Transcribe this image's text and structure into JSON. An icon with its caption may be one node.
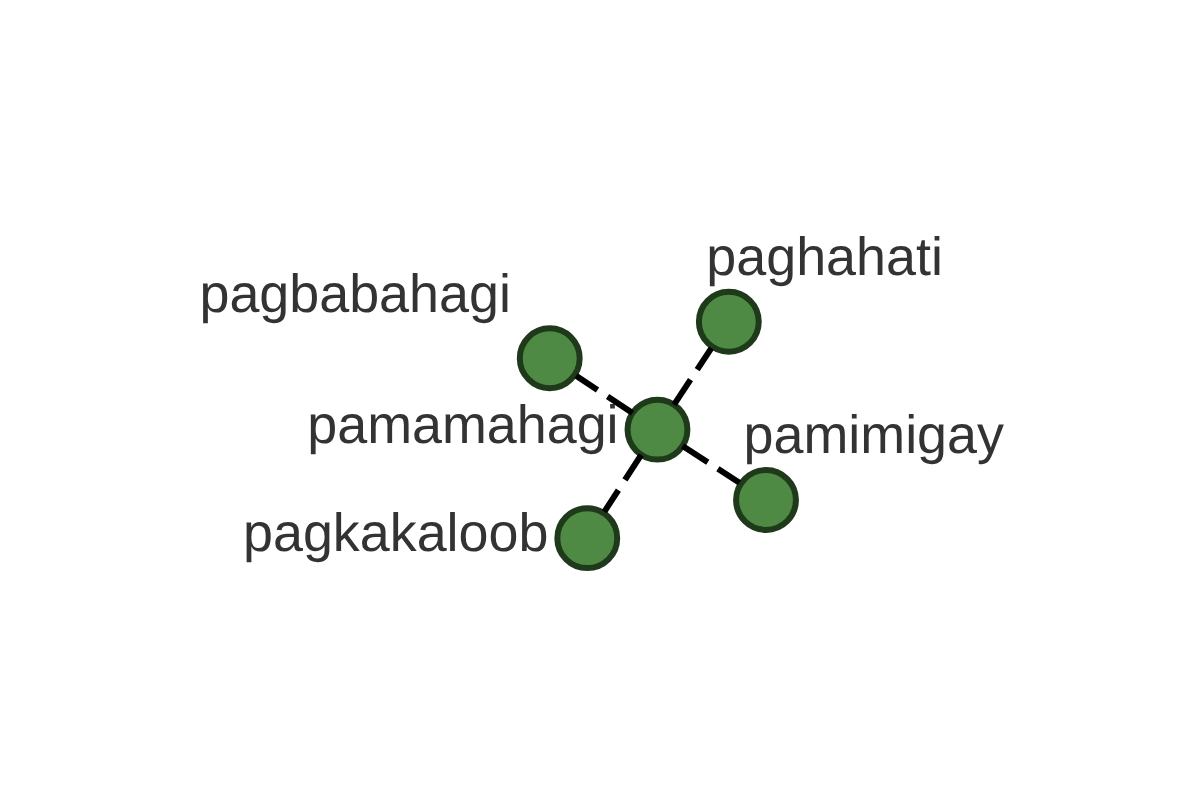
{
  "diagram": {
    "nodes": [
      {
        "text": [],
        "shape": "circle",
        "beside": [
          "pamamahagi"
        ]
      },
      {
        "text": [],
        "shape": "circle",
        "beside": [
          "pamimigay"
        ]
      },
      {
        "text": [],
        "shape": "circle",
        "beside": [
          "pagkakaloob"
        ]
      },
      {
        "text": [],
        "shape": "circle",
        "beside": [
          "pagbabahagi"
        ]
      },
      {
        "text": [],
        "shape": "circle",
        "beside": [
          "paghahati"
        ]
      }
    ],
    "edges": [
      {
        "from": 0,
        "to": 1,
        "arrow": "none",
        "style": "dashed"
      },
      {
        "from": 0,
        "to": 2,
        "arrow": "none",
        "style": "dashed"
      },
      {
        "from": 0,
        "to": 3,
        "arrow": "none",
        "style": "dashed"
      },
      {
        "from": 0,
        "to": 4,
        "arrow": "none",
        "style": "dashed"
      }
    ]
  }
}
